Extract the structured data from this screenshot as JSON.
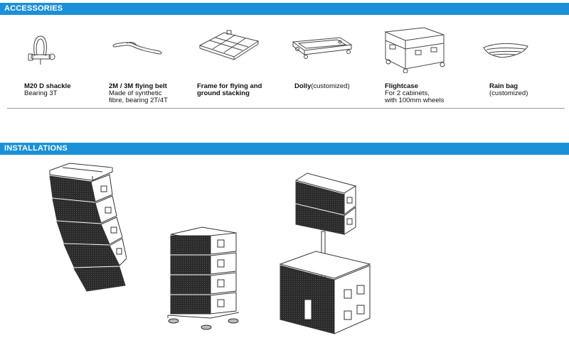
{
  "accessories": {
    "heading": "ACCESSORIES",
    "items": [
      {
        "title": "M20 D shackle",
        "line1": "Bearing 3T",
        "line2": "",
        "icon": "shackle-icon"
      },
      {
        "title": "2M / 3M flying belt",
        "line1": "Made of synthetic",
        "line2": "fibre, bearing 2T/4T",
        "icon": "belt-icon"
      },
      {
        "title": "Frame for flying and",
        "title2": "ground stacking",
        "line1": "",
        "icon": "frame-icon"
      },
      {
        "title": "Dolly",
        "title_suffix": "(customized)",
        "icon": "dolly-icon"
      },
      {
        "title": "Flightcase",
        "line1": "For 2 cabinets,",
        "line2": "with 100mm wheels",
        "icon": "flightcase-icon"
      },
      {
        "title": "Rain bag",
        "line1": "(customized)",
        "line2": "",
        "icon": "rain-bag-icon"
      }
    ]
  },
  "installations": {
    "heading": "INSTALLATIONS",
    "items": [
      {
        "icon": "flown-array-icon"
      },
      {
        "icon": "ground-stack-icon"
      },
      {
        "icon": "pole-mount-icon"
      }
    ]
  },
  "colors": {
    "accent": "#1a90d8"
  }
}
